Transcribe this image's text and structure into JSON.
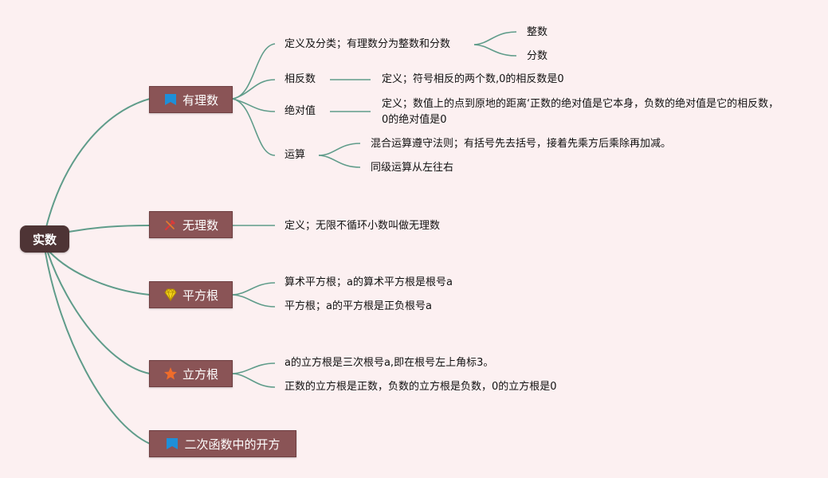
{
  "root": {
    "label": "实数"
  },
  "branches": [
    {
      "label": "有理数",
      "icon": "flag-icon"
    },
    {
      "label": "无理数",
      "icon": "tools-icon"
    },
    {
      "label": "平方根",
      "icon": "diamond-icon"
    },
    {
      "label": "立方根",
      "icon": "star-icon"
    },
    {
      "label": "二次函数中的开方",
      "icon": "flag-icon"
    }
  ],
  "rational": {
    "definition": "定义及分类；有理数分为整数和分数",
    "definition_children": [
      "整数",
      "分数"
    ],
    "opposite": {
      "label": "相反数",
      "text": "定义；符号相反的两个数,0的相反数是0"
    },
    "absolute": {
      "label": "绝对值",
      "text": "定义；数值上的点到原地的距离‘正数的绝对值是它本身，负数的绝对值是它的相反数，0的绝对值是0"
    },
    "operations": {
      "label": "运算",
      "children": [
        "混合运算遵守法则；有括号先去括号，接着先乘方后乘除再加减。",
        "同级运算从左往右"
      ]
    }
  },
  "irrational": {
    "text": "定义；无限不循环小数叫做无理数"
  },
  "square_root": {
    "items": [
      "算术平方根；a的算术平方根是根号a",
      "平方根；a的平方根是正负根号a"
    ]
  },
  "cube_root": {
    "items": [
      "a的立方根是三次根号a,即在根号左上角标3。",
      "正数的立方根是正数，负数的立方根是负数，0的立方根是0"
    ]
  },
  "colors": {
    "background": "#fcf0f1",
    "root": "#4e3435",
    "branch": "#8a5456",
    "link": "#5f9c8a"
  }
}
